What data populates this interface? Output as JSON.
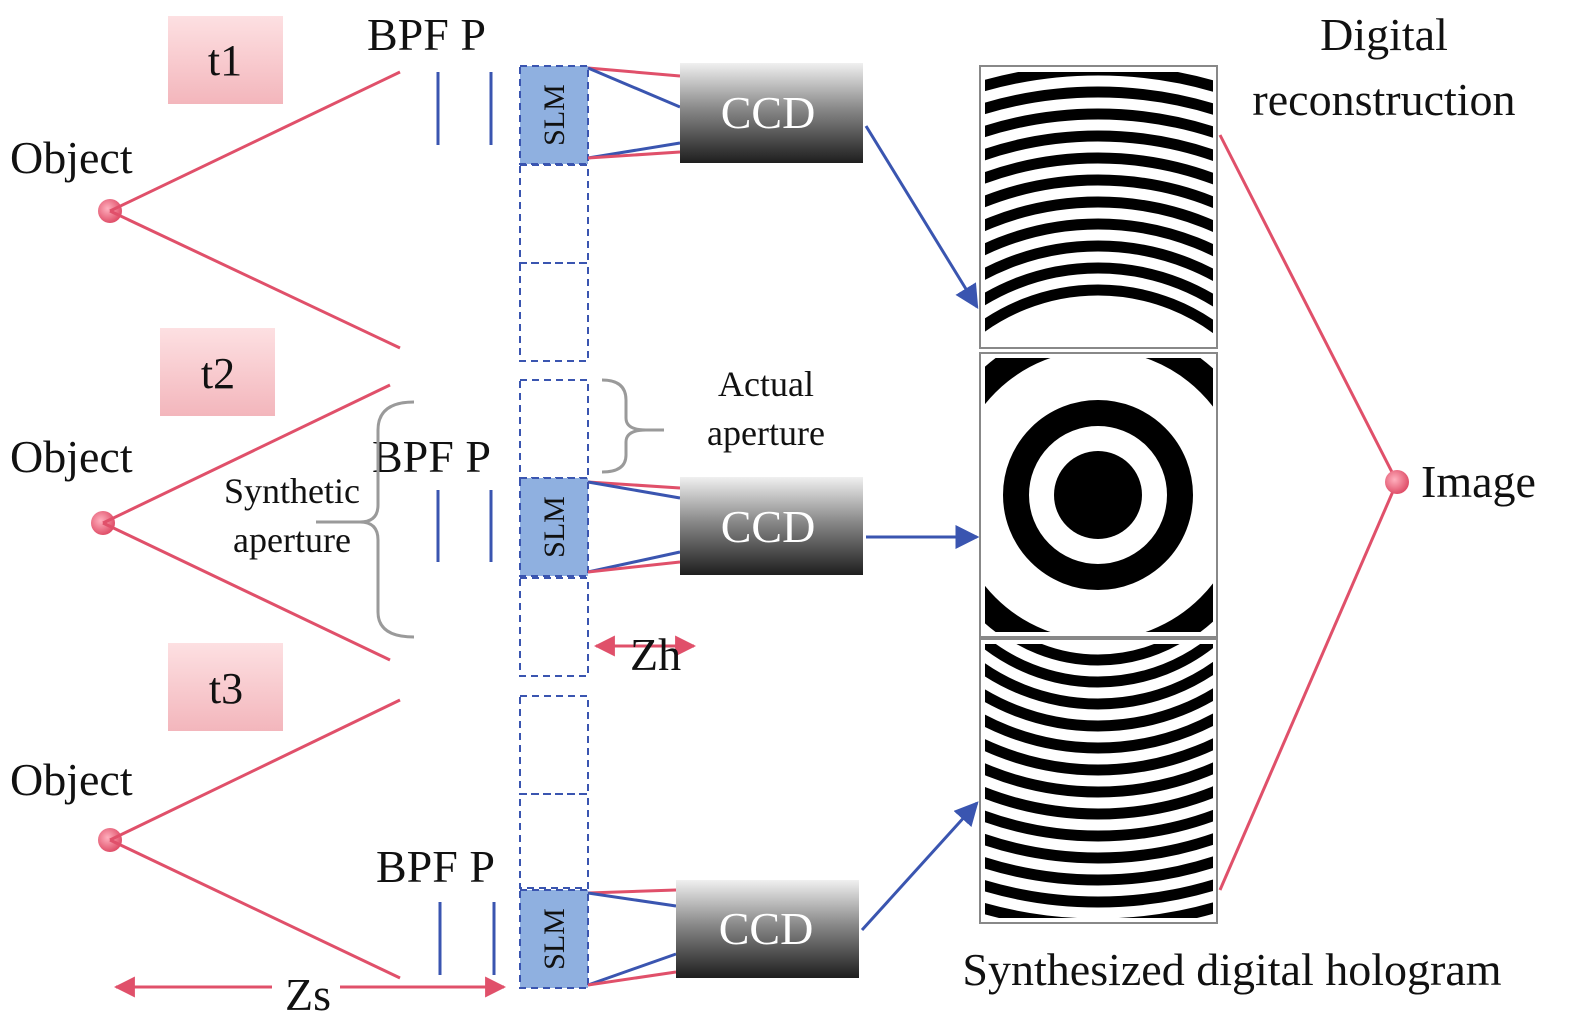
{
  "colors": {
    "ray": "#e0506a",
    "blue": "#3a55b0",
    "timestamp_bg": "#f6c4c8",
    "slm_fill": "#8fb0e0",
    "bracket": "#9a9a9a",
    "point": "#e8607a"
  },
  "labels": {
    "object": "Object",
    "bpf_p": "BPF P",
    "slm": "SLM",
    "ccd": "CCD",
    "t1": "t1",
    "t2": "t2",
    "t3": "t3",
    "actual_aperture_line1": "Actual",
    "actual_aperture_line2": "aperture",
    "synthetic_aperture_line1": "Synthetic",
    "synthetic_aperture_line2": "aperture",
    "zh": "Zh",
    "zs": "Zs",
    "digital_reconstruction_line1": "Digital",
    "digital_reconstruction_line2": "reconstruction",
    "image": "Image",
    "synthesized_hologram": "Synthesized digital hologram"
  },
  "stages": [
    {
      "time_label": "t1",
      "object_label": "Object"
    },
    {
      "time_label": "t2",
      "object_label": "Object"
    },
    {
      "time_label": "t3",
      "object_label": "Object"
    }
  ],
  "icons": [
    "object-point-icon",
    "double-arrow-icon",
    "arrow-icon",
    "bracket-icon"
  ]
}
